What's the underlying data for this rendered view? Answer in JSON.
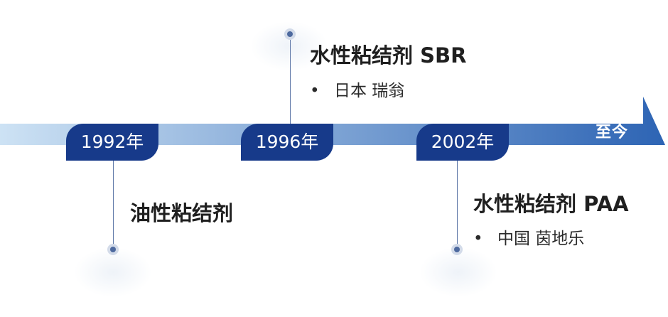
{
  "arrow": {
    "label": "至今",
    "gradient_start": "#cde2f4",
    "gradient_end": "#2d64b4"
  },
  "accent_color": "#173a8a",
  "events": [
    {
      "year": "1992年",
      "title": "油性粘结剂",
      "details": []
    },
    {
      "year": "1996年",
      "title": "水性粘结剂 SBR",
      "details": [
        "日本 瑞翁"
      ]
    },
    {
      "year": "2002年",
      "title": "水性粘结剂 PAA",
      "details": [
        "中国 茵地乐"
      ]
    }
  ]
}
